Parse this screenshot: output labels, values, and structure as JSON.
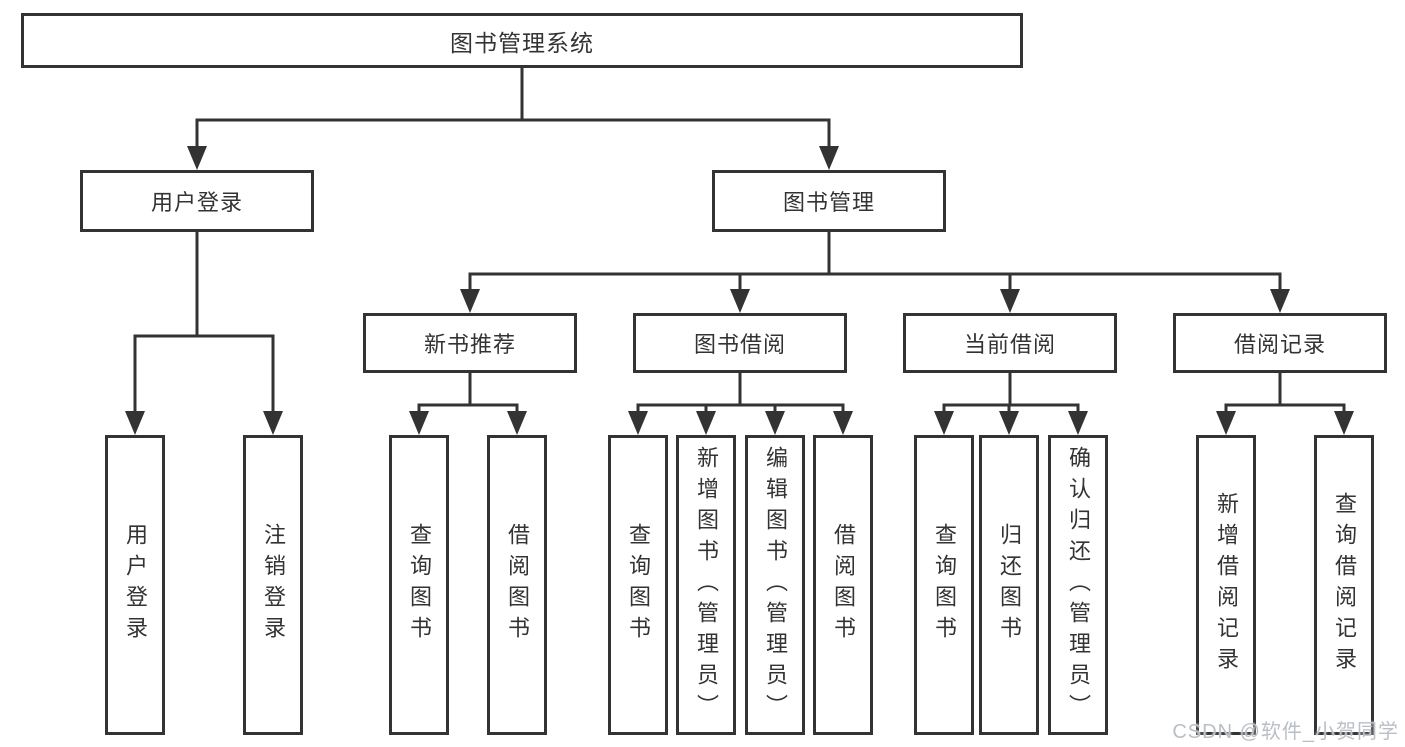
{
  "diagram": {
    "root": "图书管理系统",
    "level2": [
      "用户登录",
      "图书管理"
    ],
    "level3": [
      "新书推荐",
      "图书借阅",
      "当前借阅",
      "借阅记录"
    ],
    "leaves": {
      "user_login": [
        "用户登录",
        "注销登录"
      ],
      "new_book_recommend": [
        "查询图书",
        "借阅图书"
      ],
      "book_borrow": [
        "查询图书",
        "新增图书（管理员）",
        "编辑图书（管理员）",
        "借阅图书"
      ],
      "current_borrow": [
        "查询图书",
        "归还图书",
        "确认归还（管理员）"
      ],
      "borrow_record": [
        "新增借阅记录",
        "查询借阅记录"
      ]
    }
  },
  "watermark": "CSDN @软件_小贺同学",
  "colors": {
    "line": "#333333",
    "text": "#333333",
    "watermark": "#b9bfc6",
    "background": "#ffffff"
  }
}
